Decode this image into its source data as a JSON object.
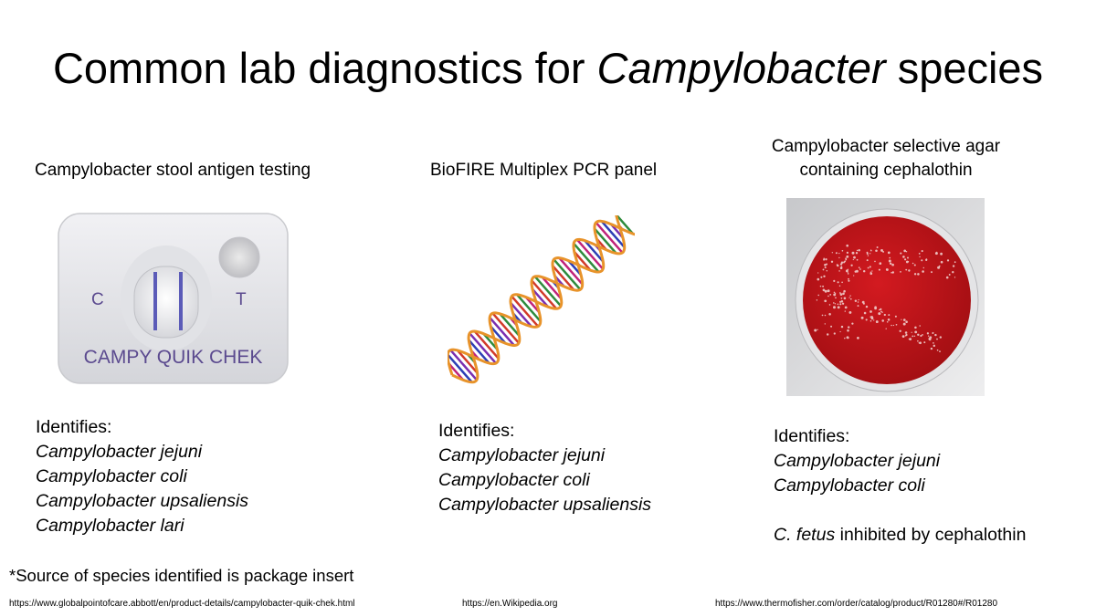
{
  "title": {
    "prefix": "Common lab diagnostics for ",
    "emphasis": "Campylobacter",
    "suffix": " species"
  },
  "columns": [
    {
      "heading": "Campylobacter stool antigen testing",
      "image": {
        "window_left_label": "C",
        "window_right_label": "T",
        "brand_label": "CAMPY QUIK CHEK"
      },
      "identifies_label": "Identifies:",
      "species": [
        "Campylobacter jejuni",
        "Campylobacter coli",
        "Campylobacter upsaliensis",
        "Campylobacter lari"
      ],
      "source": "https://www.globalpointofcare.abbott/en/product-details/campylobacter-quik-chek.html"
    },
    {
      "heading": "BioFIRE Multiplex PCR panel",
      "identifies_label": "Identifies:",
      "species": [
        "Campylobacter jejuni",
        "Campylobacter coli",
        "Campylobacter upsaliensis"
      ],
      "source": "https://en.Wikipedia.org"
    },
    {
      "heading_line1": "Campylobacter selective agar",
      "heading_line2": "containing cephalothin",
      "identifies_label": "Identifies:",
      "species": [
        "Campylobacter jejuni",
        "Campylobacter coli"
      ],
      "note_italic": "C. fetus",
      "note_rest": " inhibited by cephalothin",
      "source": "https://www.thermofisher.com/order/catalog/product/R01280#/R01280"
    }
  ],
  "footnote": "*Source of species identified is package insert",
  "colors": {
    "test_line": "#5b5bb8",
    "brand_text": "#5b4a8f",
    "agar_red": "#c4161c",
    "dna_backbone": "#e8932a"
  }
}
